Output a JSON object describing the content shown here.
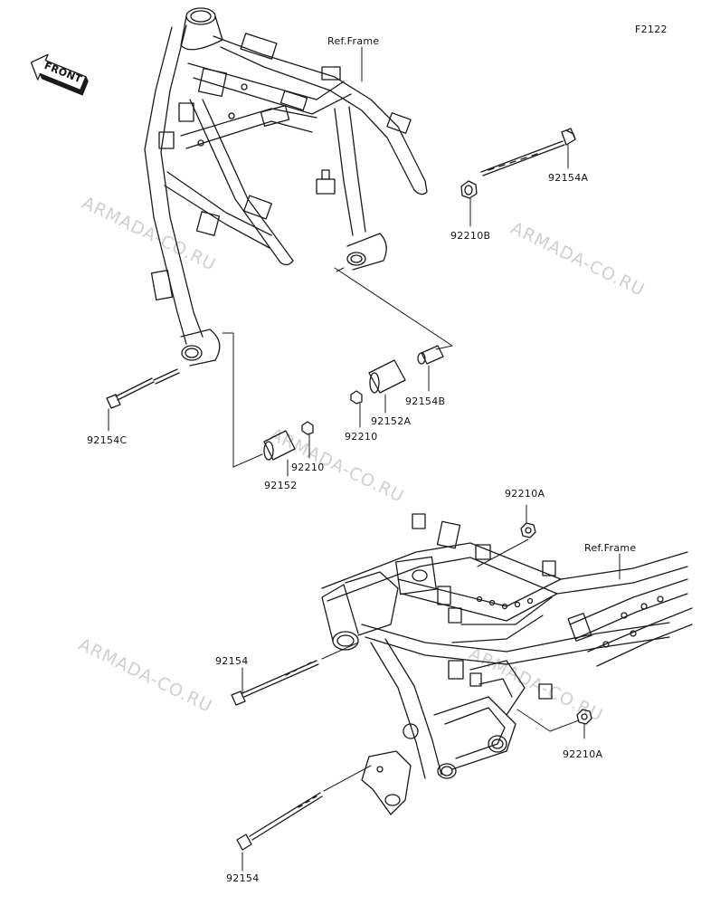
{
  "figure_code": "F2122",
  "front_badge": "FRONT",
  "ref_labels": [
    "Ref.Frame",
    "Ref.Frame"
  ],
  "watermark_text": "ARMADA-CO.RU",
  "part_labels": {
    "p92154A": "92154A",
    "p92210B": "92210B",
    "p92154B": "92154B",
    "p92152A": "92152A",
    "p92210_a": "92210",
    "p92154C": "92154C",
    "p92210_b": "92210",
    "p92152": "92152",
    "p92210A_top": "92210A",
    "p92154_mid": "92154",
    "p92210A_bot": "92210A",
    "p92154_bot": "92154"
  },
  "colors": {
    "line": "#1a1a1a",
    "watermark": "#cfcfcf",
    "background": "#ffffff"
  }
}
